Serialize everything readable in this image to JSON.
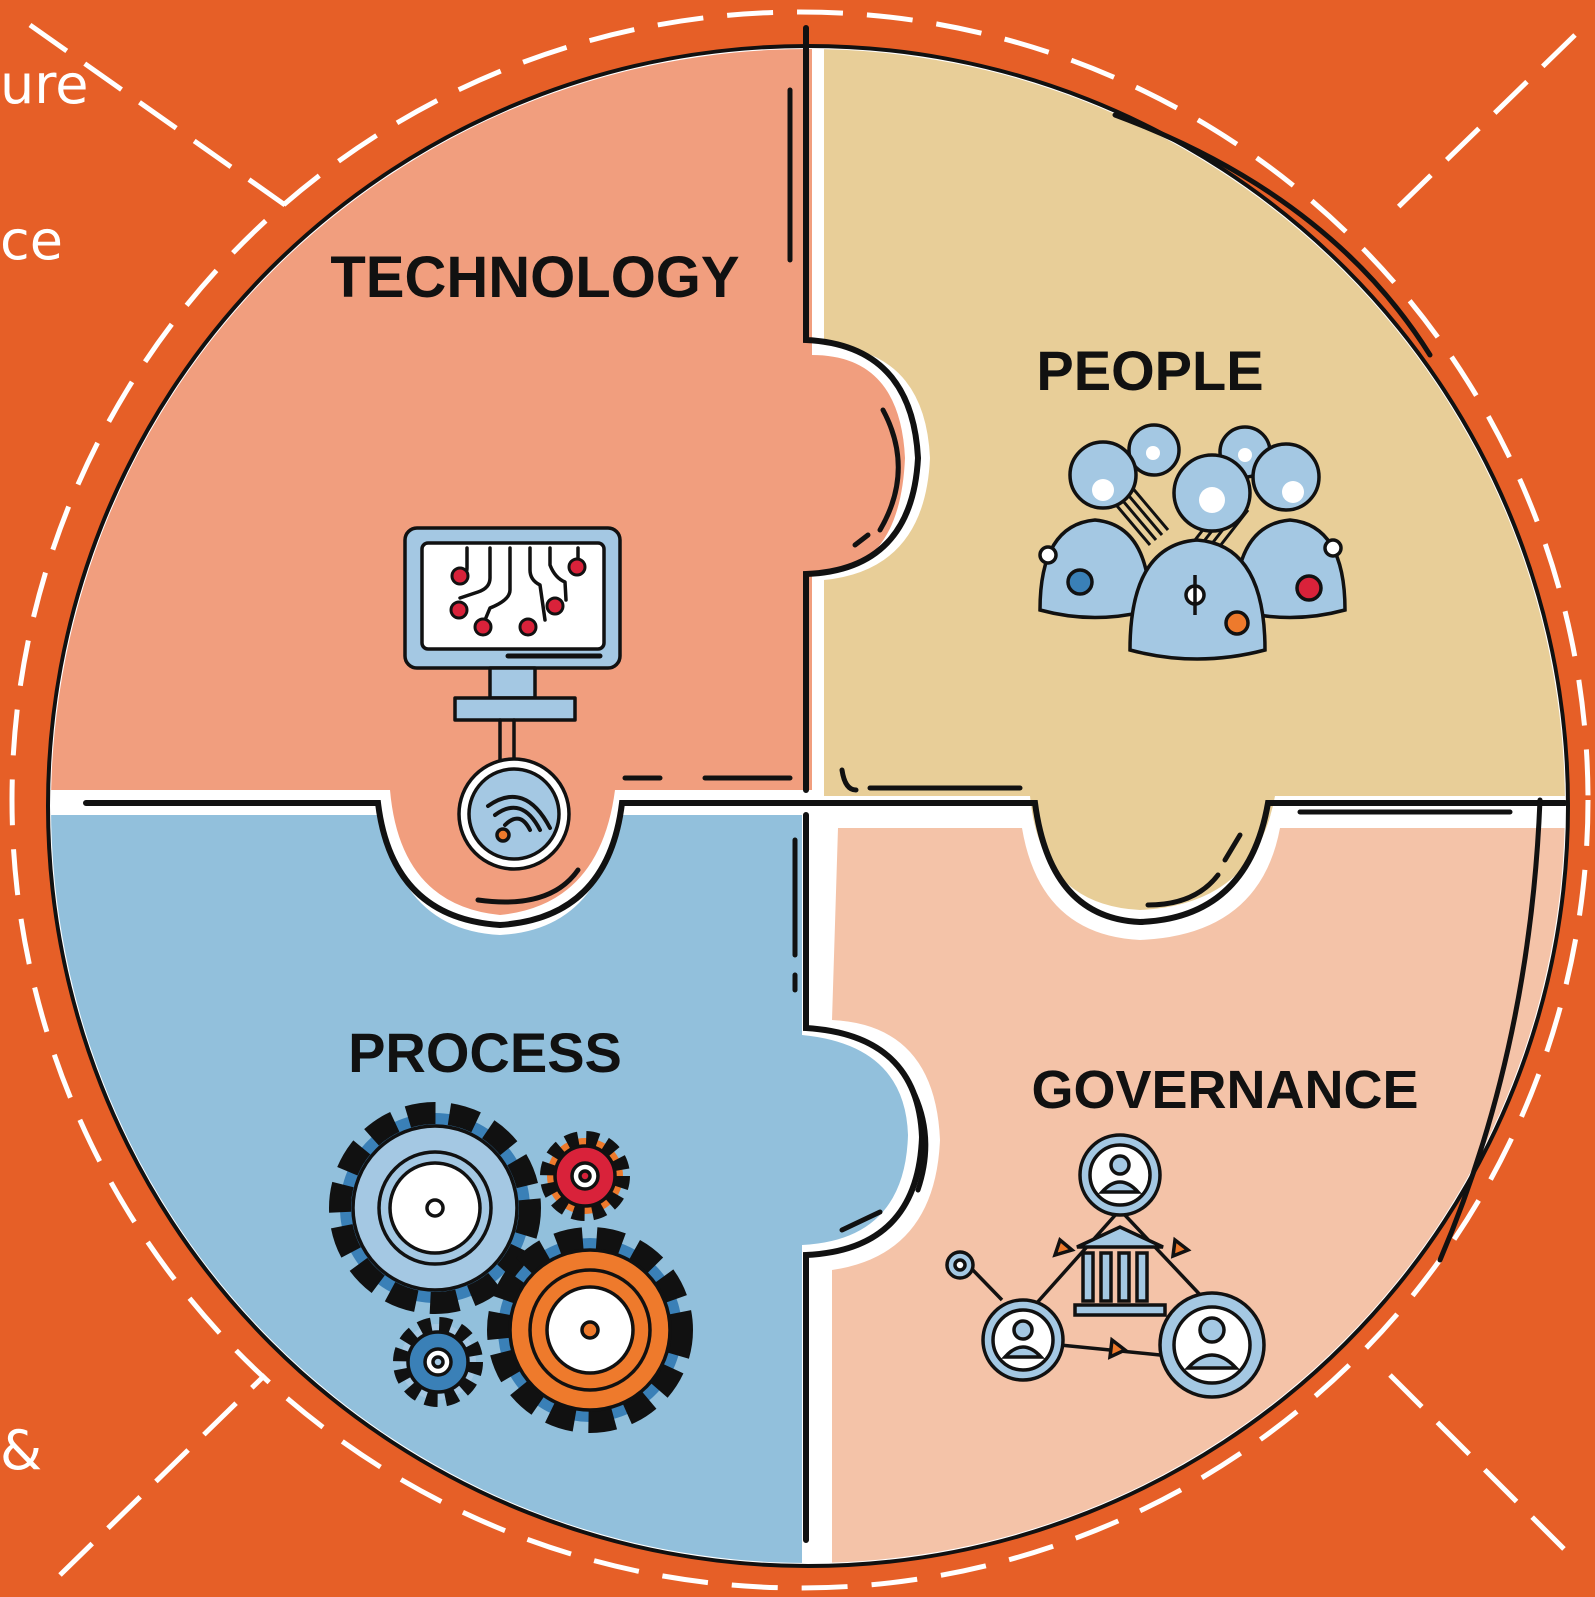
{
  "edge_labels": {
    "top": "ure",
    "upper": "ce",
    "bottom": "&"
  },
  "quadrants": {
    "technology": {
      "title": "TECHNOLOGY",
      "color": "#F19E7E",
      "icon": "computer-circuit-icon"
    },
    "people": {
      "title": "PEOPLE",
      "color": "#E8CE98",
      "icon": "people-group-icon"
    },
    "process": {
      "title": "PROCESS",
      "color": "#92C0DC",
      "icon": "gears-icon"
    },
    "governance": {
      "title": "GOVERNANCE",
      "color": "#F4C3A8",
      "icon": "governance-network-icon"
    }
  },
  "colors": {
    "background": "#E65F27",
    "icon_blue": "#A4C8E3",
    "accent_red": "#D9223A",
    "accent_orange": "#EE7A2C"
  }
}
